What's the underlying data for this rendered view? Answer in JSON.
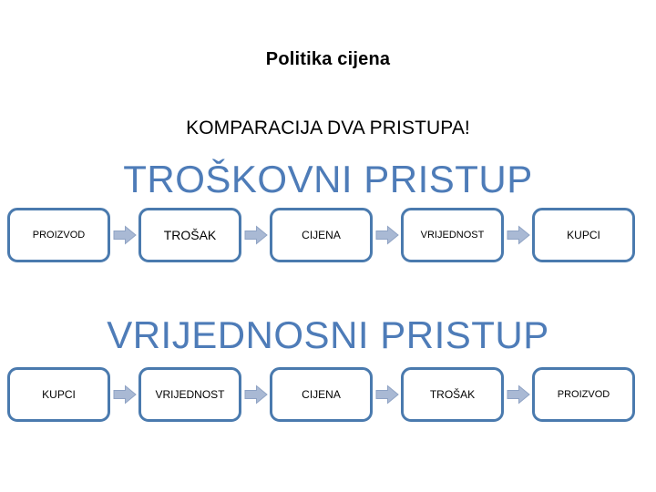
{
  "slide": {
    "title": "Politika cijena",
    "subtitle": "KOMPARACIJA DVA PRISTUPA!",
    "colors": {
      "heading_blue": "#4E7CB8",
      "box_border_blue": "#4A7AAE",
      "arrow_fill": "#A9B9D4",
      "arrow_stroke": "#8FA3C4",
      "text_black": "#000000",
      "background": "#FFFFFF"
    }
  },
  "sections": [
    {
      "heading": "TROŠKOVNI PRISTUP",
      "steps": [
        {
          "label": "PROIZVOD",
          "size": "sz-sm"
        },
        {
          "label": "TROŠAK",
          "size": "sz-lg"
        },
        {
          "label": "CIJENA",
          "size": "sz-md"
        },
        {
          "label": "VRIJEDNOST",
          "size": "sz-sm"
        },
        {
          "label": "KUPCI",
          "size": "sz-md"
        }
      ],
      "arrows": [
        "arrow-right-icon",
        "arrow-right-icon",
        "arrow-right-icon",
        "arrow-right-icon"
      ]
    },
    {
      "heading": "VRIJEDNOSNI PRISTUP",
      "steps": [
        {
          "label": "KUPCI",
          "size": "sz-md"
        },
        {
          "label": "VRIJEDNOST",
          "size": "sz-md"
        },
        {
          "label": "CIJENA",
          "size": "sz-md"
        },
        {
          "label": "TROŠAK",
          "size": "sz-md"
        },
        {
          "label": "PROIZVOD",
          "size": "sz-sm"
        }
      ],
      "arrows": [
        "arrow-right-icon",
        "arrow-right-icon",
        "arrow-right-icon",
        "arrow-right-icon"
      ]
    }
  ]
}
